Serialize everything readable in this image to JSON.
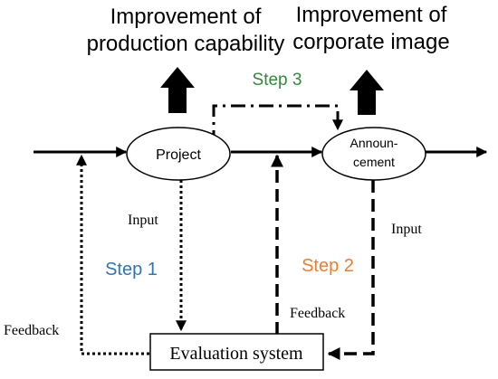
{
  "header": {
    "left_line1": "Improvement of",
    "left_line2": "production capability",
    "right_line1": "Improvement of",
    "right_line2": "corporate image"
  },
  "nodes": {
    "project": "Project",
    "announcement_line1": "Announ-",
    "announcement_line2": "cement",
    "evaluation": "Evaluation system"
  },
  "steps": {
    "step1": "Step 1",
    "step2": "Step 2",
    "step3": "Step 3"
  },
  "labels": {
    "input_left": "Input",
    "input_right": "Input",
    "feedback_left": "Feedback",
    "feedback_right": "Feedback"
  },
  "colors": {
    "step1": "#2e75b6",
    "step2": "#ed7d31",
    "step3": "#2e8b3a",
    "line": "#000000"
  }
}
